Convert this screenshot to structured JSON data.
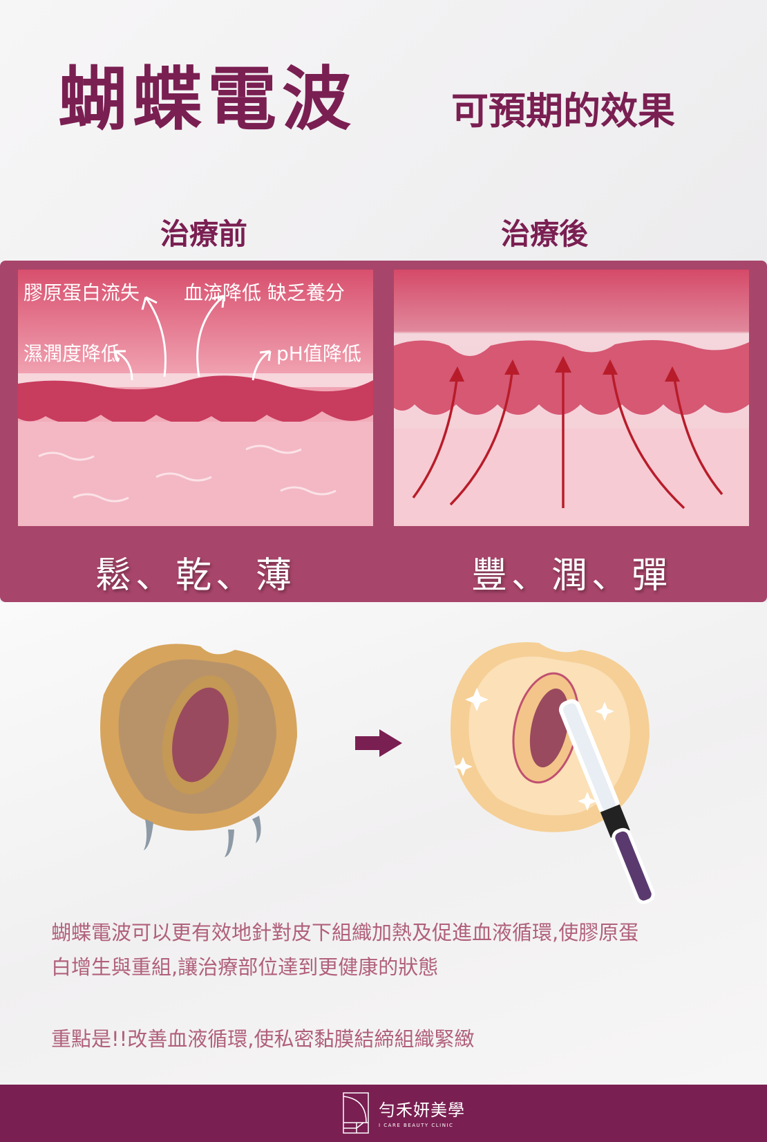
{
  "header": {
    "title": "蝴蝶電波",
    "subtitle": "可預期的效果"
  },
  "comparison": {
    "before": {
      "heading": "治療前",
      "labels": [
        "膠原蛋白流失",
        "血流降低 缺乏養分",
        "濕潤度降低",
        "pH值降低"
      ],
      "result": "鬆、乾、薄"
    },
    "after": {
      "heading": "治療後",
      "result": "豐、潤、彈"
    }
  },
  "description": {
    "lines": [
      "蝴蝶電波可以更有效地針對皮下組織加熱及促進血液循環,使膠原蛋",
      "白增生與重組,讓治療部位達到更健康的狀態"
    ],
    "highlight": "重點是!!改善血液循環,使私密黏膜結締組織緊緻"
  },
  "footer": {
    "brand_cn": "勻禾妍美學",
    "brand_en": "I CARE BEAUTY CLINIC"
  },
  "colors": {
    "brand": "#7a1f52",
    "panel": "#a8456a",
    "text": "#b0607a"
  }
}
